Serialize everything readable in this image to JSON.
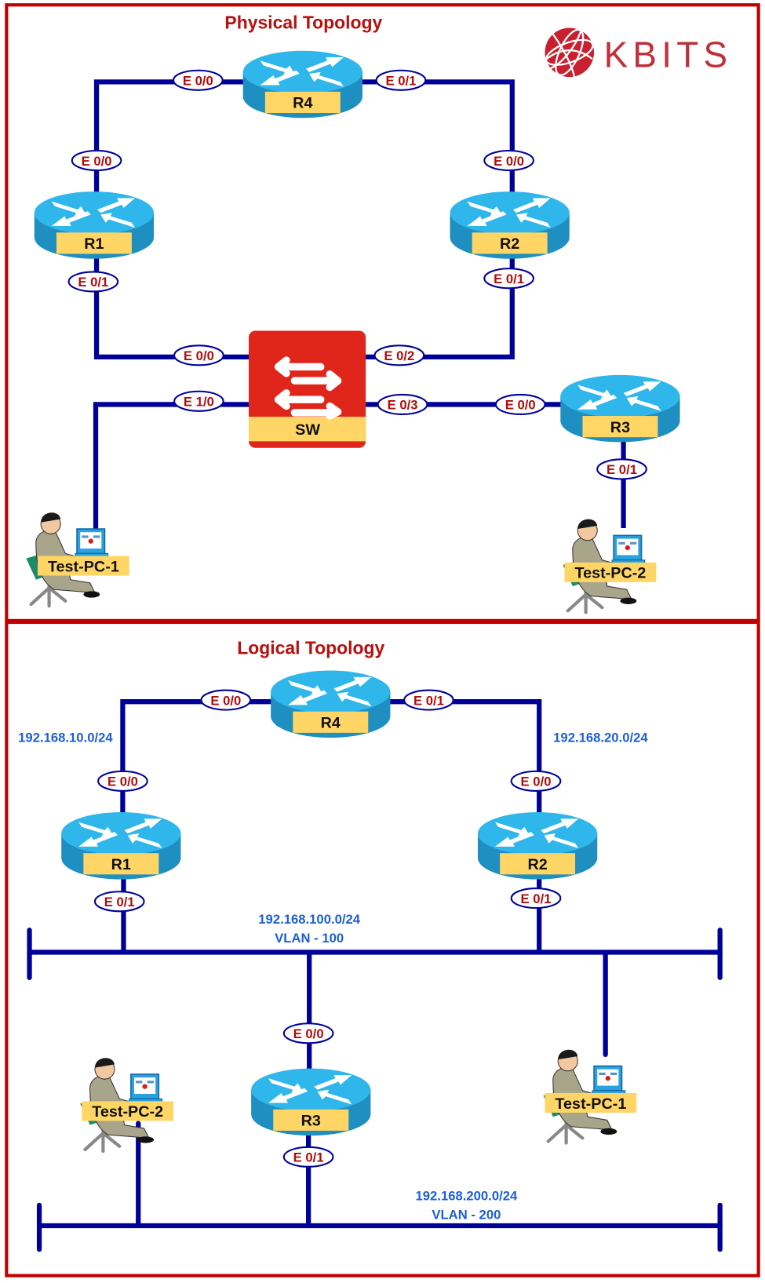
{
  "logo": {
    "text": "KBITS",
    "icon": "globe-icon"
  },
  "colors": {
    "frame": "#c00000",
    "link": "#000099",
    "title": "#b80f0f",
    "port_text": "#b00c0c",
    "network_text": "#1d5fd6",
    "router_top": "#2fb6ea",
    "router_side": "#1f8ec0",
    "label_fill": "#ffd666",
    "switch_fill": "#e0261b"
  },
  "physical": {
    "title": "Physical Topology",
    "devices": {
      "r4": {
        "label": "R4",
        "type": "router"
      },
      "r1": {
        "label": "R1",
        "type": "router"
      },
      "r2": {
        "label": "R2",
        "type": "router"
      },
      "r3": {
        "label": "R3",
        "type": "router"
      },
      "sw": {
        "label": "SW",
        "type": "switch"
      },
      "pc1": {
        "label": "Test-PC-1",
        "type": "pc"
      },
      "pc2": {
        "label": "Test-PC-2",
        "type": "pc"
      }
    },
    "ports": {
      "r4_e00": "E 0/0",
      "r4_e01": "E 0/1",
      "r1_e00": "E 0/0",
      "r1_e01": "E 0/1",
      "r2_e00": "E 0/0",
      "r2_e01": "E 0/1",
      "sw_e00": "E 0/0",
      "sw_e02": "E 0/2",
      "sw_e10": "E 1/0",
      "sw_e03": "E 0/3",
      "r3_e00": "E 0/0",
      "r3_e01": "E 0/1"
    }
  },
  "logical": {
    "title": "Logical Topology",
    "devices": {
      "r4": {
        "label": "R4",
        "type": "router"
      },
      "r1": {
        "label": "R1",
        "type": "router"
      },
      "r2": {
        "label": "R2",
        "type": "router"
      },
      "r3": {
        "label": "R3",
        "type": "router"
      },
      "pc1": {
        "label": "Test-PC-1",
        "type": "pc"
      },
      "pc2": {
        "label": "Test-PC-2",
        "type": "pc"
      }
    },
    "ports": {
      "r4_e00": "E 0/0",
      "r4_e01": "E 0/1",
      "r1_e00": "E 0/0",
      "r1_e01": "E 0/1",
      "r2_e00": "E 0/0",
      "r2_e01": "E 0/1",
      "r3_e00": "E 0/0",
      "r3_e01": "E 0/1"
    },
    "networks": {
      "net10": "192.168.10.0/24",
      "net20": "192.168.20.0/24",
      "net100": "192.168.100.0/24",
      "vlan100": "VLAN - 100",
      "net200": "192.168.200.0/24",
      "vlan200": "VLAN - 200"
    }
  }
}
